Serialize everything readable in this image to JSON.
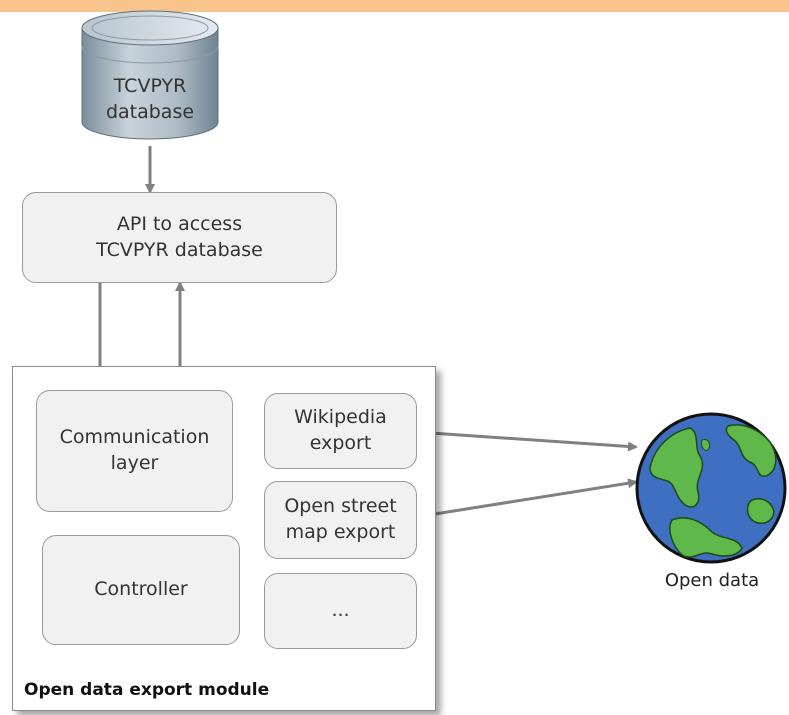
{
  "database": {
    "label": "TCVPYR\ndatabase"
  },
  "api": {
    "label": "API to access\nTCVPYR database"
  },
  "module": {
    "title": "Open data export module",
    "communication": "Communication\nlayer",
    "controller": "Controller",
    "wikipedia": "Wikipedia\nexport",
    "osm": "Open street\nmap export",
    "more": "..."
  },
  "globe": {
    "label": "Open data"
  },
  "colors": {
    "header_bar": "#f9c48c",
    "box_fill": "#f1f1f1",
    "arrow": "#808080",
    "ocean": "#3f6fc0",
    "land": "#5fb84a"
  }
}
